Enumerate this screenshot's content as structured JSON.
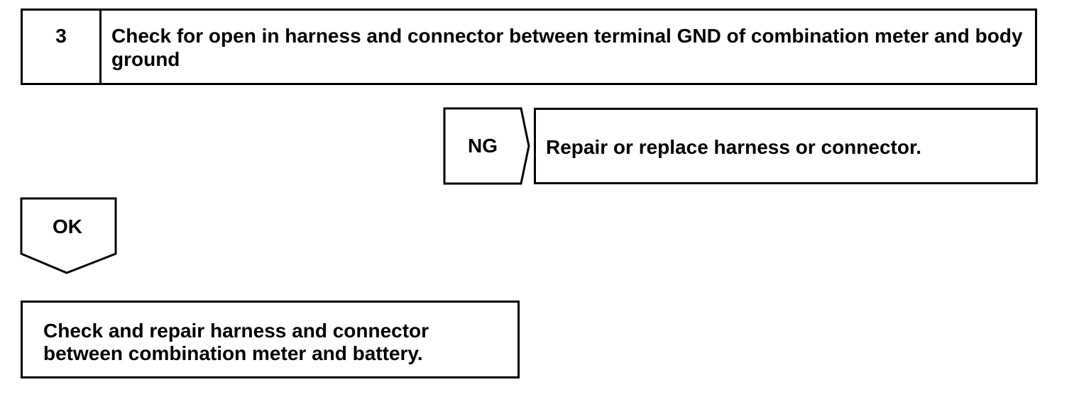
{
  "step": {
    "number": "3",
    "title": "Check for open in harness and connector between terminal GND of combination meter and body ground"
  },
  "ng_branch": {
    "label": "NG",
    "action": "Repair or replace harness or connector."
  },
  "ok_branch": {
    "label": "OK",
    "action": "Check and repair harness and connector between combination meter and battery."
  }
}
